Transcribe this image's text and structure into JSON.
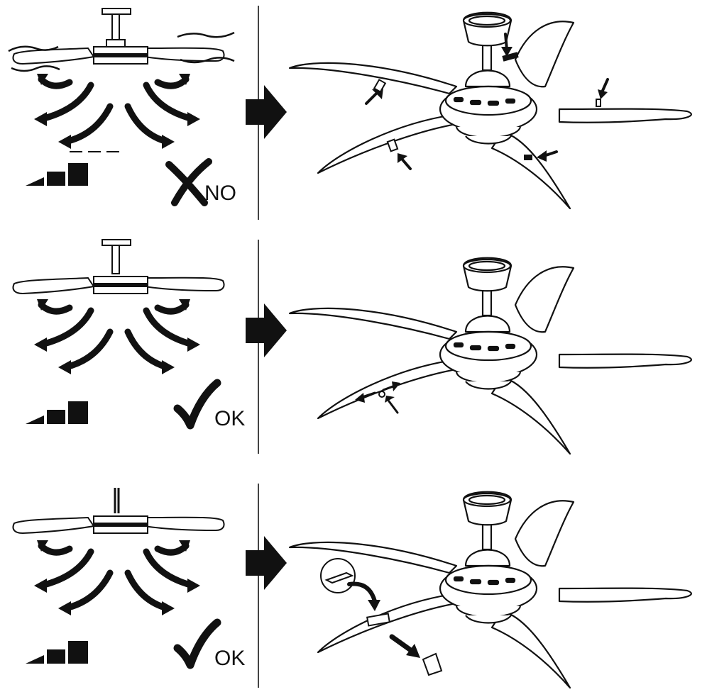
{
  "ink_color": "#111111",
  "panels": [
    {
      "verdict_label": "NO",
      "verdict_icon": "cross-icon",
      "speed_bars": 3
    },
    {
      "verdict_label": "OK",
      "verdict_icon": "check-icon",
      "speed_bars": 3
    },
    {
      "verdict_label": "OK",
      "verdict_icon": "check-icon",
      "speed_bars": 3
    }
  ]
}
